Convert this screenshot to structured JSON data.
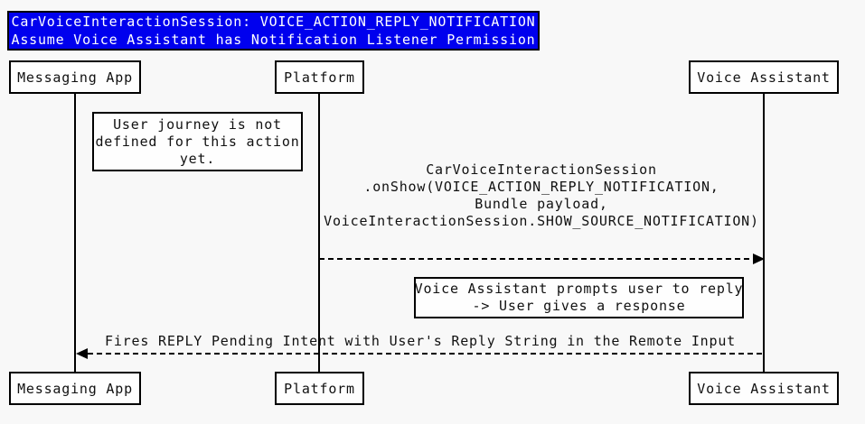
{
  "colors": {
    "background": "#f8f8f8",
    "box_fill": "#fefefe",
    "border": "#000000",
    "title_fill": "#0000ee",
    "title_text": "#ffffff",
    "text": "#111111"
  },
  "title": {
    "line1": "CarVoiceInteractionSession: VOICE_ACTION_REPLY_NOTIFICATION",
    "line2": "Assume Voice Assistant has Notification Listener Permission"
  },
  "participants": [
    {
      "label": "Messaging App"
    },
    {
      "label": "Platform"
    },
    {
      "label": "Voice Assistant"
    }
  ],
  "notes": [
    {
      "lines": [
        "User journey is not",
        "defined for this action",
        "yet."
      ]
    },
    {
      "lines": [
        "Voice Assistant prompts user to reply",
        "-> User gives a response"
      ]
    }
  ],
  "messages": [
    {
      "from": "Platform",
      "to": "Voice Assistant",
      "direction": "right",
      "style": "dashed",
      "lines": [
        "CarVoiceInteractionSession",
        ".onShow(VOICE_ACTION_REPLY_NOTIFICATION,",
        "Bundle payload,",
        "VoiceInteractionSession.SHOW_SOURCE_NOTIFICATION)"
      ]
    },
    {
      "from": "Voice Assistant",
      "to": "Messaging App",
      "direction": "left",
      "style": "dashed",
      "lines": [
        "Fires REPLY Pending Intent with User's Reply String in the Remote Input"
      ]
    }
  ]
}
